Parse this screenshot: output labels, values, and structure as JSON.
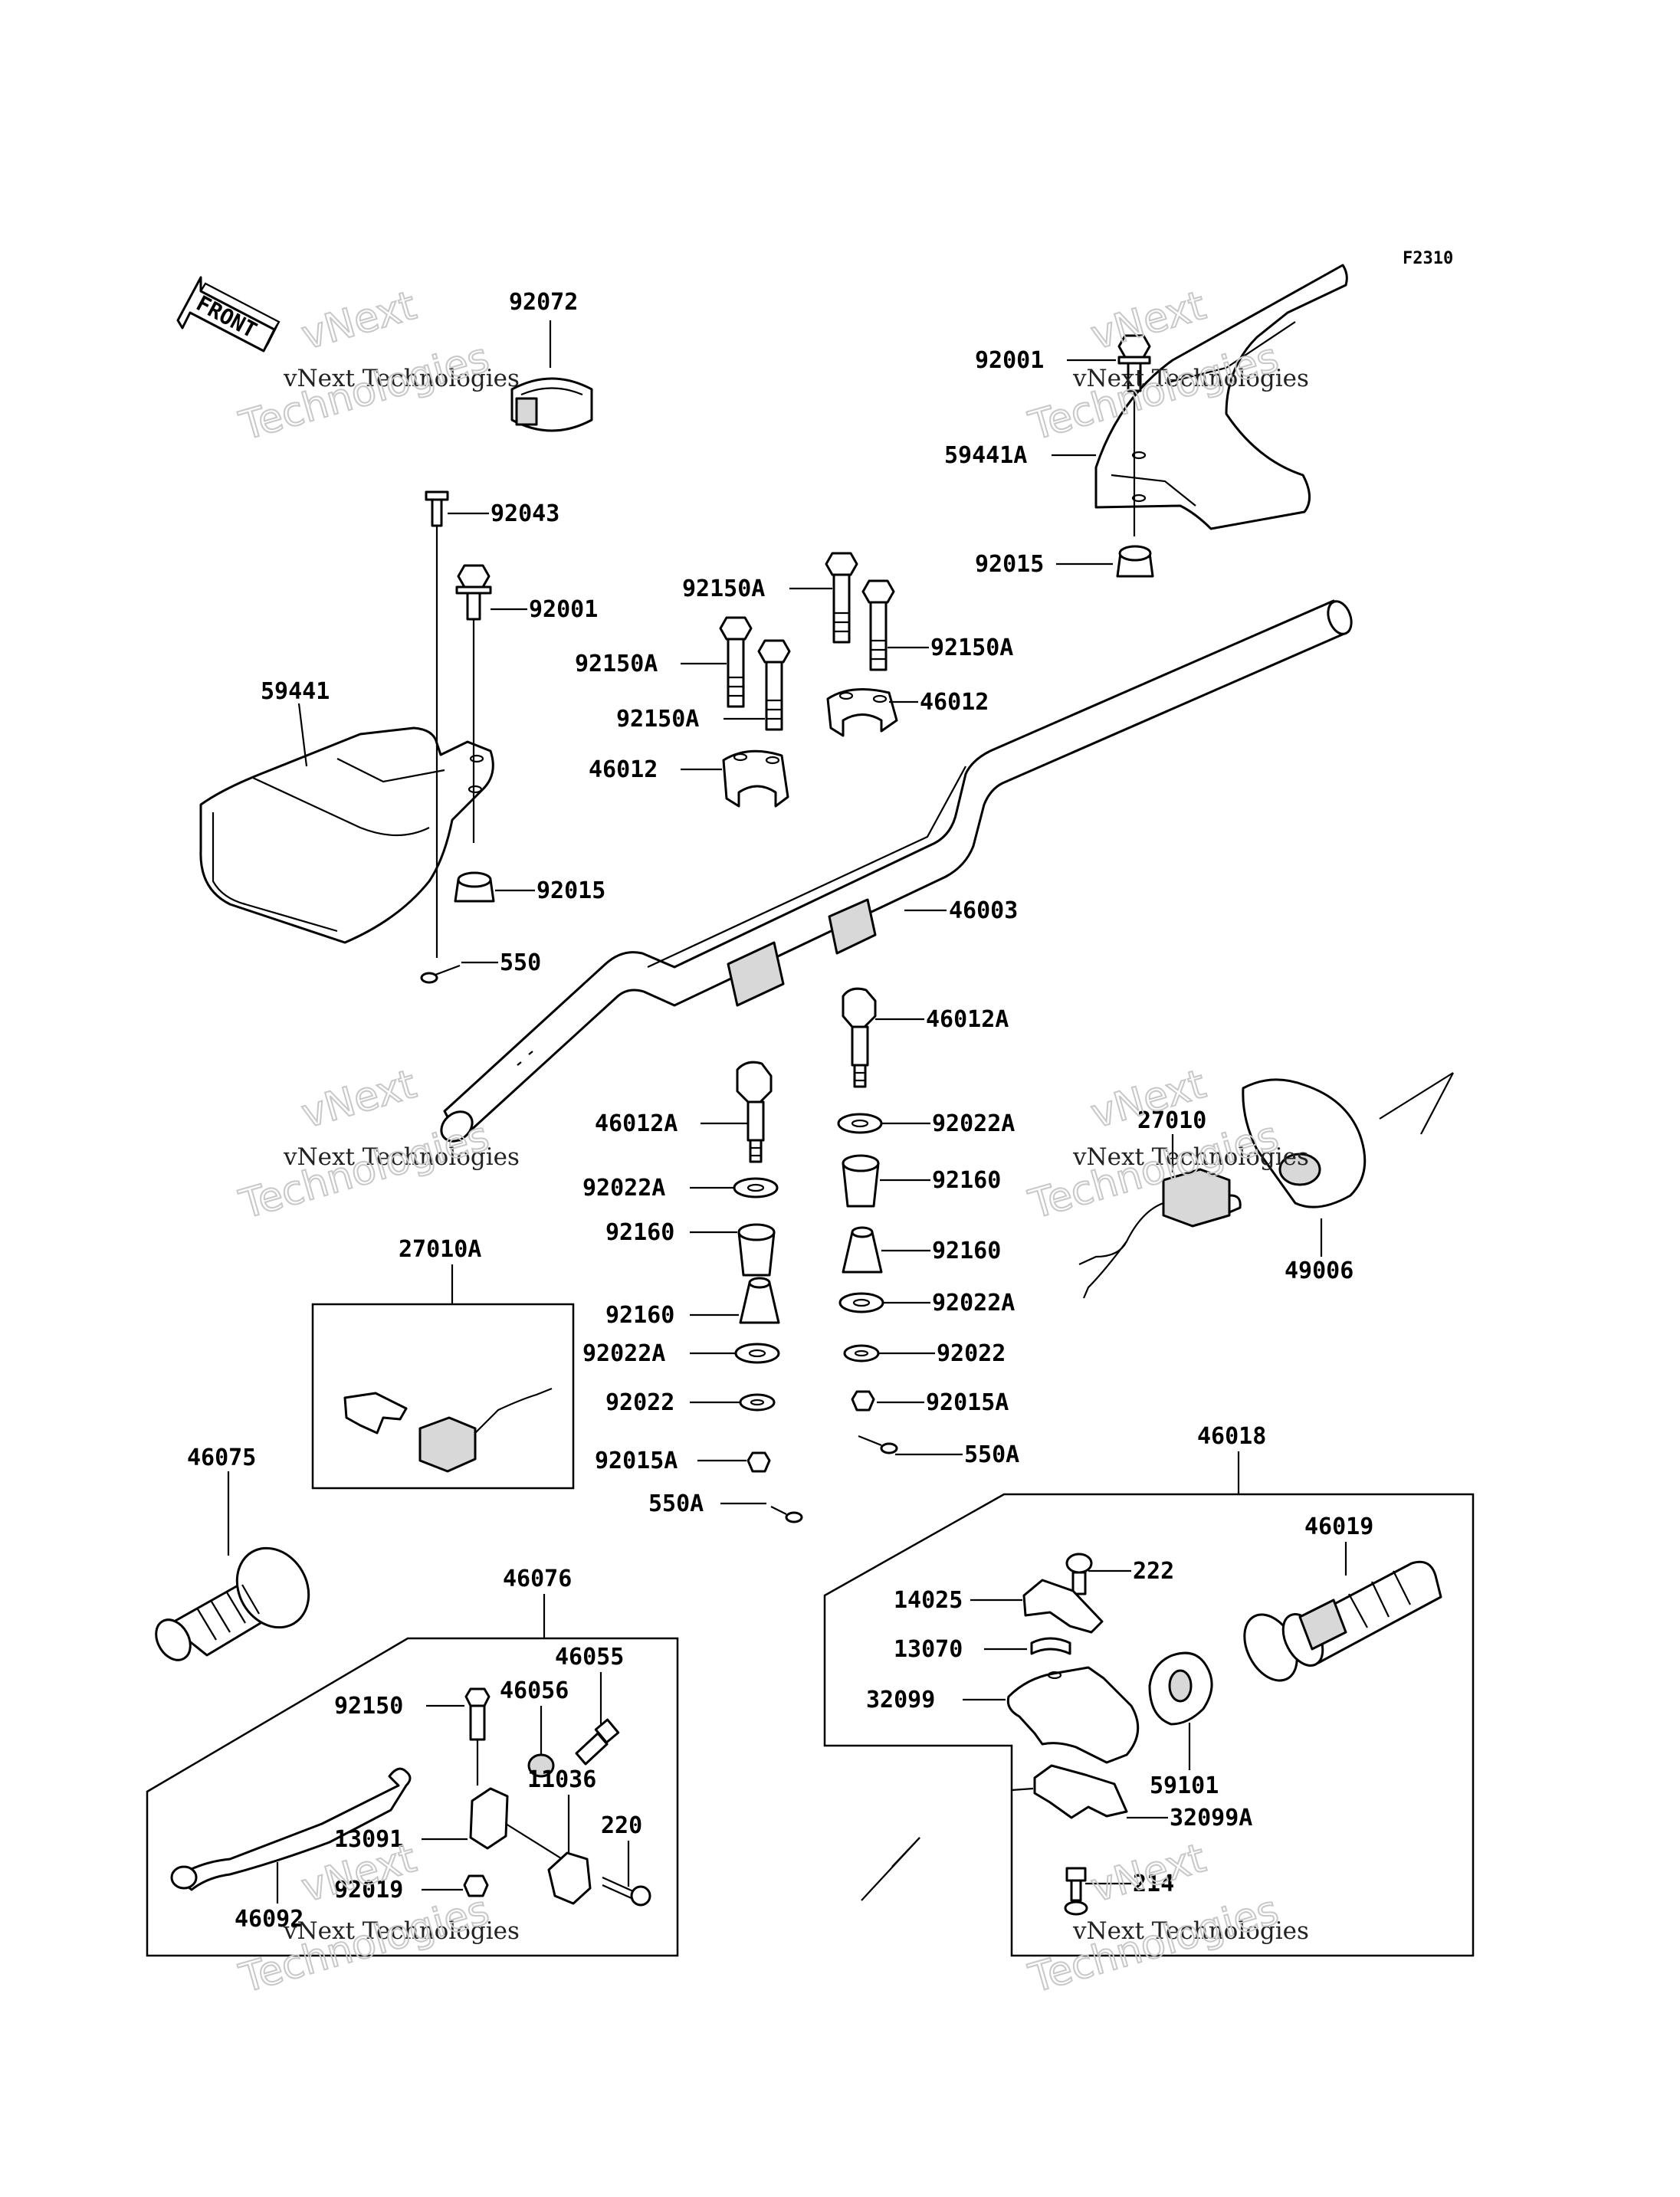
{
  "diagram_code": "F2310",
  "front_label": "FRONT",
  "watermark": {
    "line1": "vNext Technologies",
    "line2": "vNext",
    "line3": "Technologies"
  },
  "labels": {
    "p92072": "92072",
    "p92043": "92043",
    "p92001_left": "92001",
    "p59441": "59441",
    "p92015_left": "92015",
    "p550": "550",
    "p92001_right": "92001",
    "p59441A": "59441A",
    "p92015_right": "92015",
    "p92150A_1": "92150A",
    "p92150A_2": "92150A",
    "p92150A_3": "92150A",
    "p92150A_4": "92150A",
    "p46012_right": "46012",
    "p46012_left": "46012",
    "p46003": "46003",
    "p46012A_right": "46012A",
    "p46012A_left": "46012A",
    "p92022A_r1": "92022A",
    "p92160_r1": "92160",
    "p92160_r2": "92160",
    "p92022A_r2": "92022A",
    "p92022_r": "92022",
    "p92015A_r": "92015A",
    "p550A_r": "550A",
    "p92022A_l1": "92022A",
    "p92160_l1": "92160",
    "p92160_l2": "92160",
    "p92022A_l2": "92022A",
    "p92022_l": "92022",
    "p92015A_l": "92015A",
    "p550A_l": "550A",
    "p27010": "27010",
    "p49006": "49006",
    "p27010A": "27010A",
    "p46075": "46075",
    "p46076": "46076",
    "p46055": "46055",
    "p46056": "46056",
    "p92150": "92150",
    "p11036": "11036",
    "p220": "220",
    "p13091": "13091",
    "p92019": "92019",
    "p46092": "46092",
    "p46018": "46018",
    "p46019": "46019",
    "p222": "222",
    "p14025": "14025",
    "p13070": "13070",
    "p32099": "32099",
    "p59101": "59101",
    "p32099A": "32099A",
    "p214": "214"
  }
}
